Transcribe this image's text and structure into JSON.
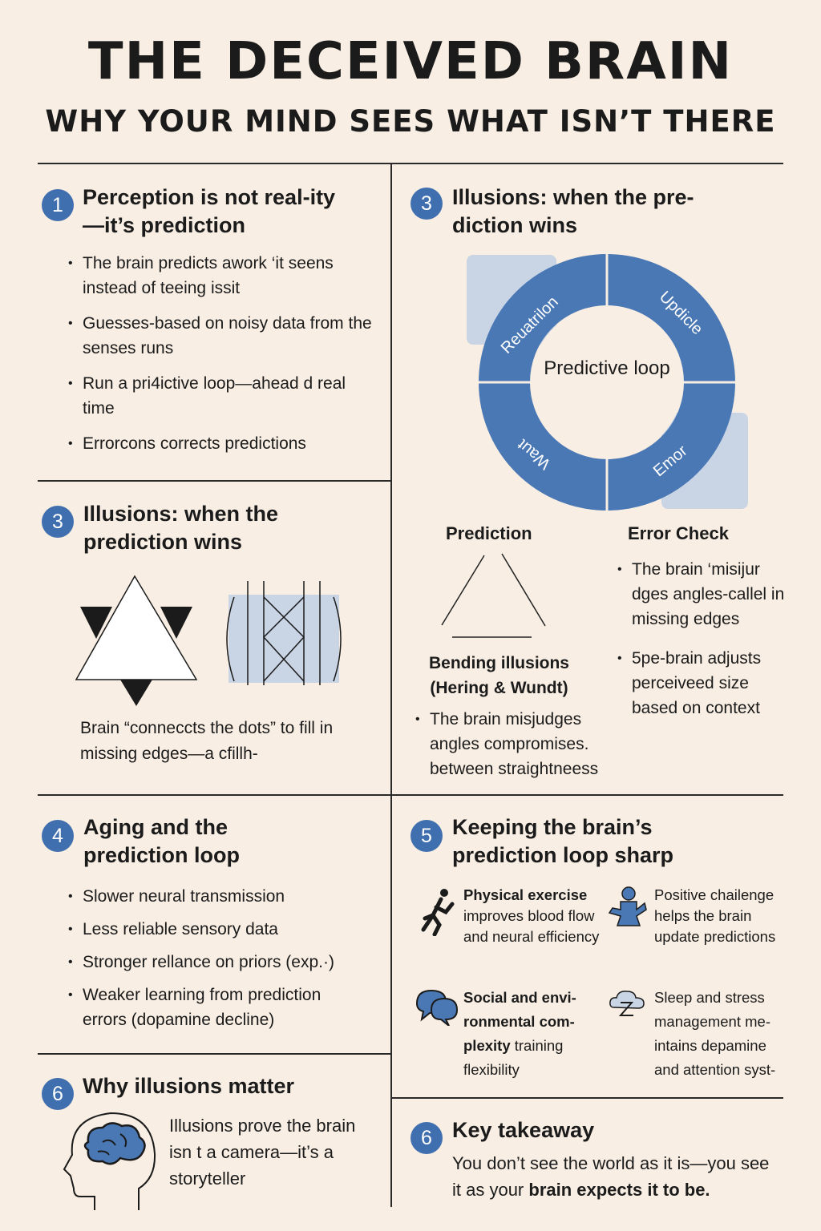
{
  "header": {
    "title": "THE DECEIVED BRAIN",
    "subtitle": "WHY YOUR MIND SEES WHAT ISN’T THERE"
  },
  "colors": {
    "accent": "#3f6fae",
    "light_accent": "#c9d4e4",
    "background": "#f8eee3"
  },
  "section1": {
    "number": "1",
    "heading": "Perception is not real-ity—it’s prediction",
    "bullets": [
      "The brain predicts awork ‘it seens instead of teeing issit",
      "Guesses-based on noisy data from the senses runs",
      "Run a pri4ictive loop—ahead d real time",
      "Errorcons corrects predictions"
    ]
  },
  "section3_right": {
    "number": "3",
    "heading": "Illusions: when the pre-diction wins",
    "loop": {
      "center": "Predictive loop",
      "segments": [
        "Reuatrilon",
        "Updicle",
        "Emor",
        "Waut"
      ]
    },
    "prediction_label": "Prediction",
    "error_check_label": "Error Check",
    "error_bullets": [
      "The brain ‘misijur dges angles-callel in missing edges",
      "5pe-brain adjusts perceiveed size based on context"
    ],
    "bending_title": "Bending illusions (Hering & Wundt)",
    "bending_bullets": [
      "The brain misjudges angles compromises. between straightneess"
    ]
  },
  "section3_left": {
    "number": "3",
    "heading": "Illusions: when the prediction wins",
    "caption": "Brain “conneccts the dots” to fill in missing edges—a cfillh-"
  },
  "section4": {
    "number": "4",
    "heading": "Aging and the prediction loop",
    "bullets": [
      "Slower neural transmission",
      "Less reliable sensory data",
      "Stronger rellance on priors (exp.·)",
      "Weaker learning from prediction errors (dopamine decline)"
    ]
  },
  "section5": {
    "number": "5",
    "heading": "Keeping the brain’s prediction loop sharp",
    "items": [
      {
        "icon": "running-person-icon",
        "title": "Physical exercise",
        "text": "improves blood flow and neural efficiency"
      },
      {
        "icon": "climbing-person-icon",
        "title": "Positive chailenge",
        "text": "helps the brain update predictions"
      },
      {
        "icon": "speech-bubbles-icon",
        "title": "Social and envi-ronmental com-plexity",
        "text": "training flexibility"
      },
      {
        "icon": "sleep-cloud-icon",
        "title": "Sleep and stress",
        "text": "management me-intains depamine and attention syst-"
      }
    ]
  },
  "section6_left": {
    "number": "6",
    "heading": "Why illusions matter",
    "text": "Illusions prove the brain isn t a camera—it’s a storyteller"
  },
  "section6_right": {
    "number": "6",
    "heading": "Key takeaway",
    "text_part1": "You don’t see the world as it is—you see it as your ",
    "text_part2": "brain expects it to be."
  }
}
